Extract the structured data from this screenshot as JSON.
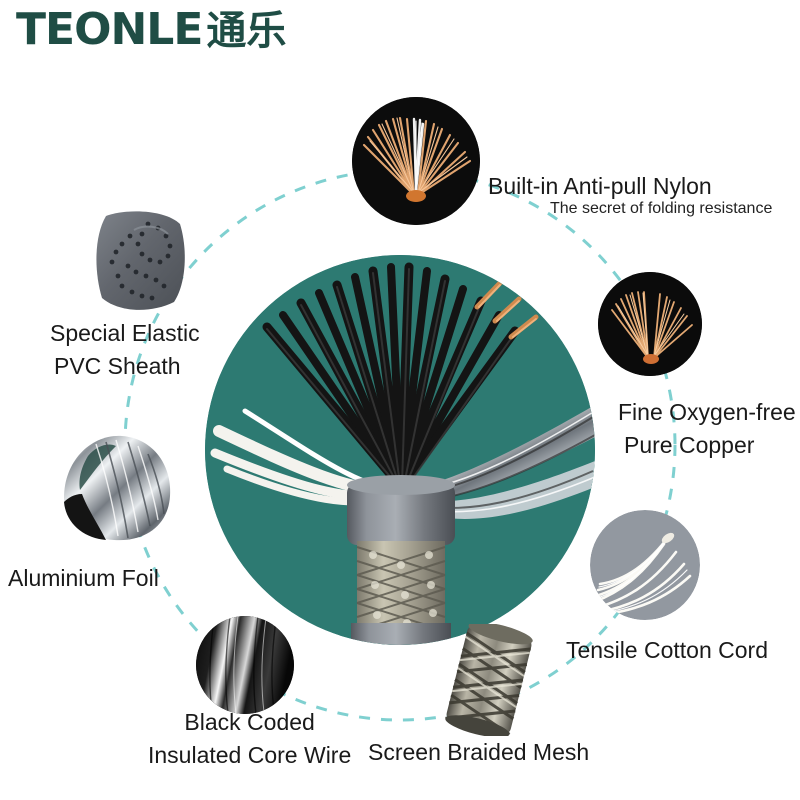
{
  "brand": {
    "latin": "TEONLE",
    "cjk": "通乐",
    "color": "#1f4d45"
  },
  "theme": {
    "background": "#ffffff",
    "hero_teal": "#2d7a72",
    "dashed_ring": "#7fd0d0",
    "text": "#1a1a1a",
    "copper": "#d98b52",
    "silver": "#c9ccd1",
    "pvc_grey": "#6b6e74"
  },
  "hero": {
    "name": "shielded-multicore-cable-cutaway",
    "caption": "Fanned multicore cable with tinned copper braid shield and grey PVC jacket"
  },
  "features": [
    {
      "id": "anti-pull-nylon",
      "title": "Built-in Anti-pull Nylon",
      "subtitle": "The secret of folding resistance",
      "icon": "copper-strand-bundle-with-nylon-icon"
    },
    {
      "id": "pvc-sheath",
      "title_lines": [
        "Special Elastic",
        "PVC Sheath"
      ],
      "icon": "grey-pvc-sheath-swatch-icon"
    },
    {
      "id": "oxygen-free-copper",
      "title_lines": [
        "Fine Oxygen-free",
        "Pure Copper"
      ],
      "icon": "fine-copper-strands-icon"
    },
    {
      "id": "aluminium-foil",
      "title_lines": [
        "Aluminium Foil"
      ],
      "icon": "aluminium-foil-wrap-icon"
    },
    {
      "id": "tensile-cotton-cord",
      "title_lines": [
        "Tensile Cotton Cord"
      ],
      "icon": "white-cotton-cord-icon"
    },
    {
      "id": "black-coded-core",
      "title_lines": [
        "Black Coded",
        "Insulated Core Wire"
      ],
      "icon": "black-insulated-core-icon"
    },
    {
      "id": "screen-braided-mesh",
      "title_lines": [
        "Screen Braided Mesh"
      ],
      "icon": "metal-braided-mesh-icon"
    }
  ],
  "labels": {
    "f0_title": "Built-in Anti-pull Nylon",
    "f0_sub": "The secret of folding resistance",
    "f1_l1": "Special Elastic",
    "f1_l2": "PVC Sheath",
    "f2_l1": "Fine Oxygen-free",
    "f2_l2": "Pure Copper",
    "f3_l1": "Aluminium Foil",
    "f4_l1": "Tensile Cotton Cord",
    "f5_l1": "Black Coded",
    "f5_l2": "Insulated Core Wire",
    "f6_l1": "Screen Braided Mesh"
  }
}
